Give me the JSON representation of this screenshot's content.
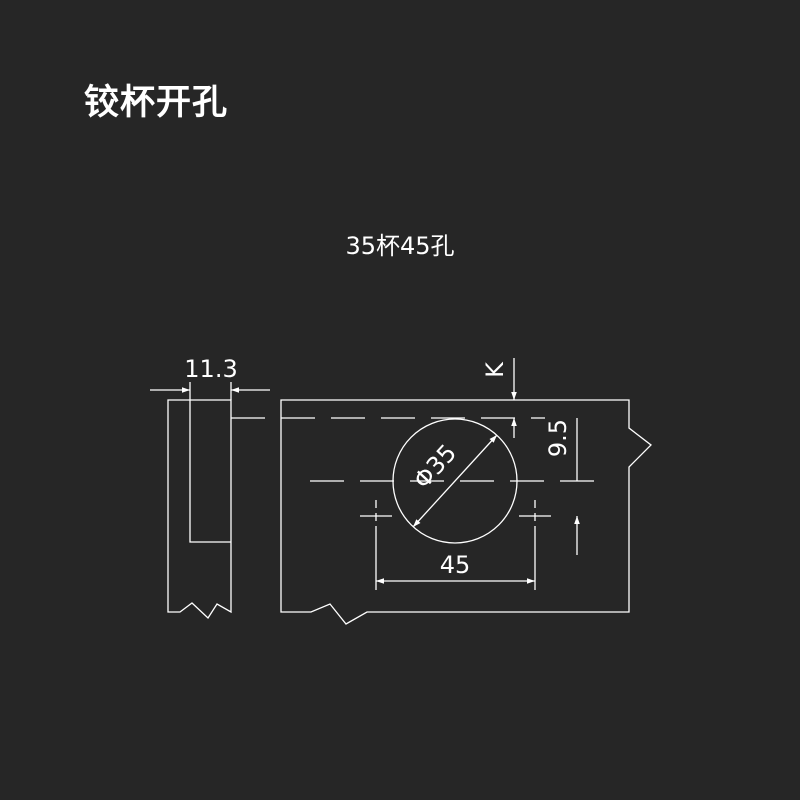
{
  "title": "铰杯开孔",
  "subtitle": "35杯45孔",
  "drawing": {
    "dim_width_side": "11.3",
    "dim_k": "K",
    "dim_offset": "9.5",
    "dim_diameter": "Φ35",
    "dim_spacing": "45"
  },
  "colors": {
    "background": "#262626",
    "line": "#ffffff"
  }
}
